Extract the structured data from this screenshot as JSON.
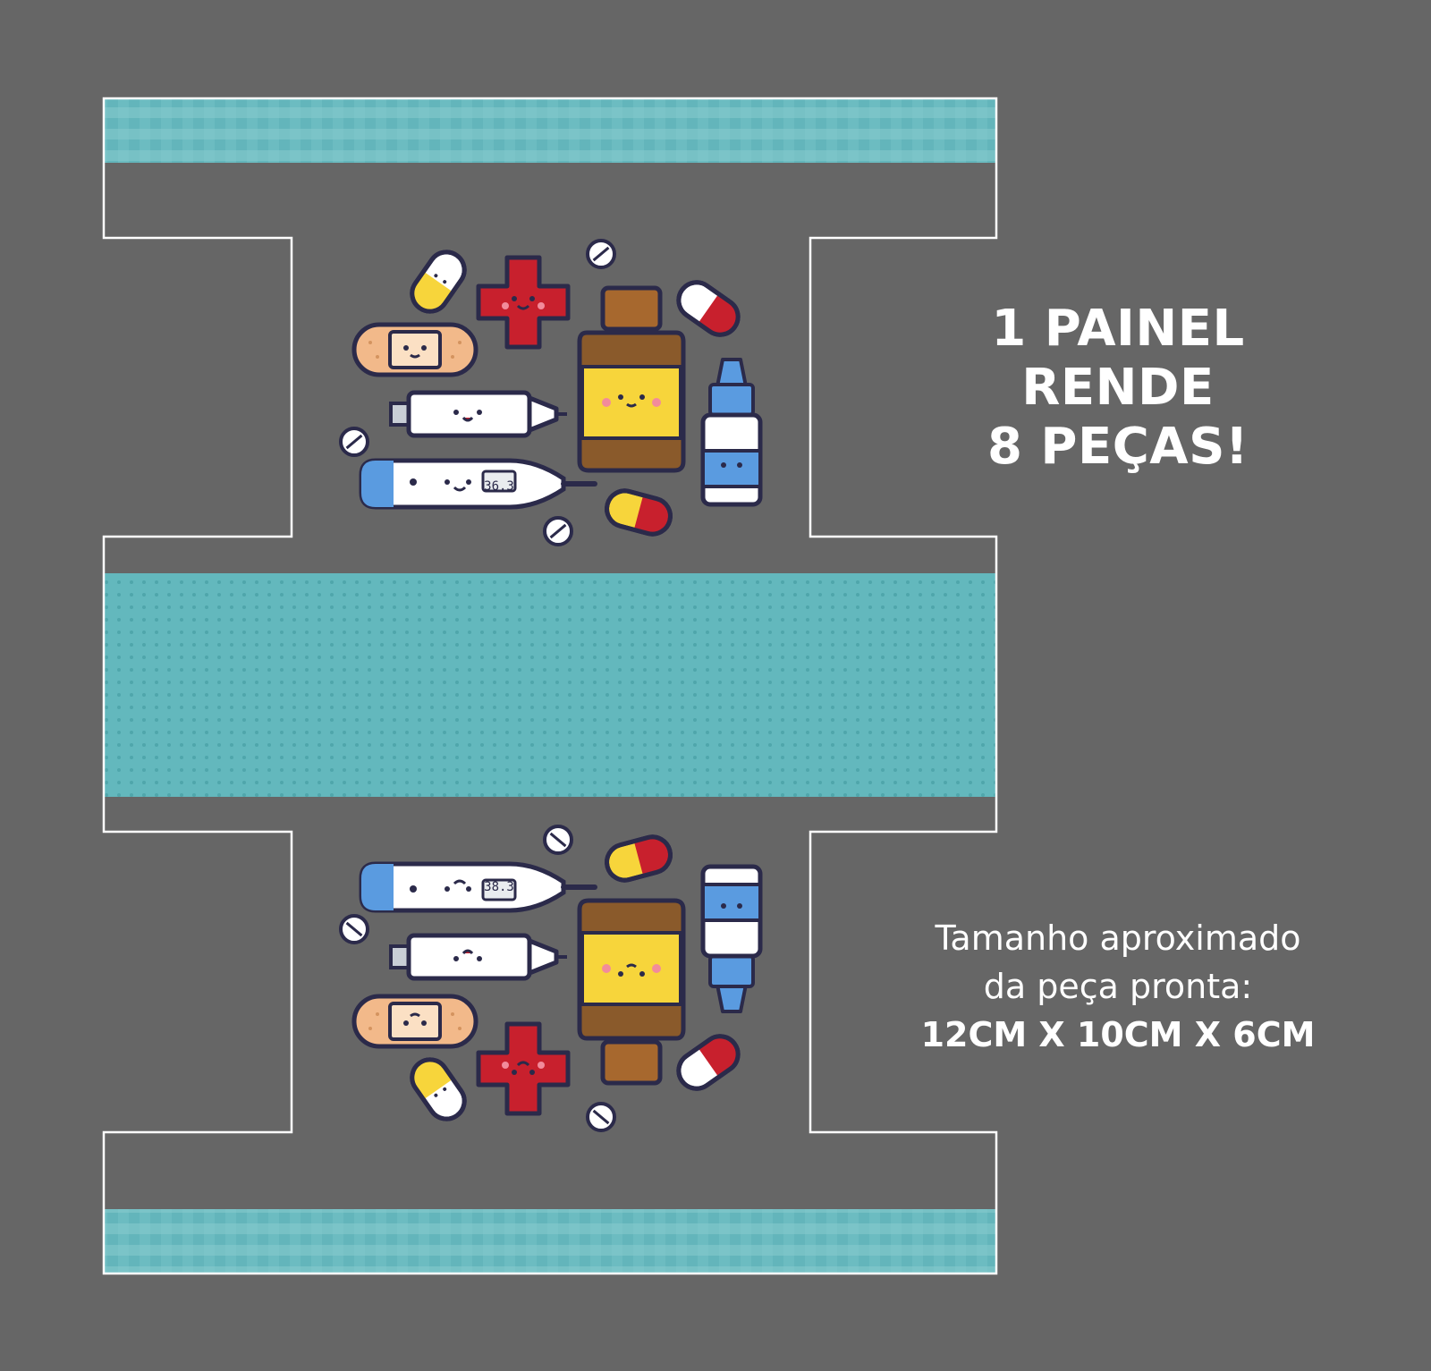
{
  "colors": {
    "background": "#666666",
    "teal": "#63b8bd",
    "teal_light": "#82c6ca",
    "outline": "#ffffff",
    "ink": "#2b2a4a",
    "red": "#c8202d",
    "yellow": "#f7d53b",
    "amber": "#e8c13a",
    "brown": "#a7682e",
    "blue": "#5a9be0"
  },
  "headline": {
    "line1": "1 PAINEL",
    "line2": "RENDE",
    "line3": "8 PEÇAS!"
  },
  "size_info": {
    "line1": "Tamanho aproximado",
    "line2": "da peça pronta:",
    "dimensions": "12CM X 10CM X 6CM"
  },
  "thermometer": {
    "top_reading": "36.3",
    "bottom_reading": "38.3"
  },
  "icons": [
    "capsule-icon",
    "red-cross-icon",
    "pill-tablet-icon",
    "bandage-icon",
    "syringe-icon",
    "syrup-bottle-icon",
    "dropper-bottle-icon",
    "thermometer-icon"
  ]
}
